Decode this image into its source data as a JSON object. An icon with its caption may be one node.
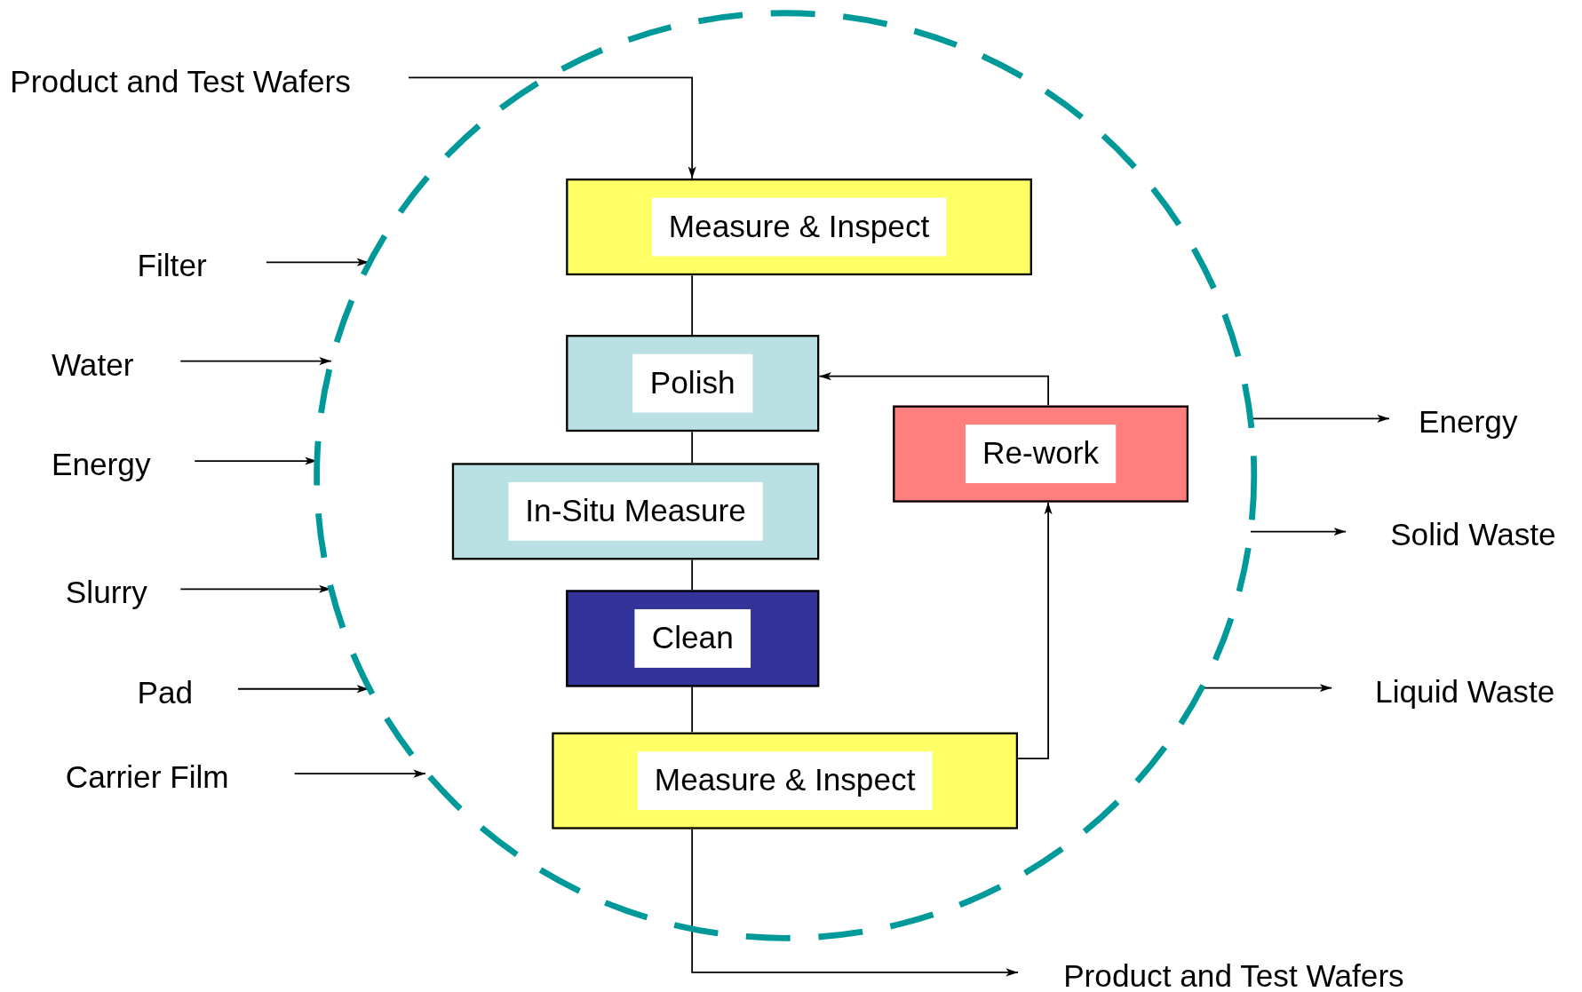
{
  "diagram": {
    "nodes": [
      {
        "text": [],
        "shape": "circle"
      },
      {
        "text": [
          "Product and Test Wafers"
        ]
      },
      {
        "text": [
          "Measure & Inspect"
        ],
        "in": 0
      },
      {
        "text": [
          "Polish"
        ],
        "in": 0
      },
      {
        "text": [
          "In-Situ Measure"
        ],
        "in": 0
      },
      {
        "text": [
          "Clean"
        ],
        "in": 0
      },
      {
        "text": [
          "Re-work"
        ],
        "in": 0
      },
      {
        "text": [
          "Measure & Inspect"
        ],
        "in": 0
      },
      {
        "text": [
          "Filter"
        ]
      },
      {
        "text": [
          "Water"
        ]
      },
      {
        "text": [
          "Energy"
        ]
      },
      {
        "text": [
          "Slurry"
        ]
      },
      {
        "text": [
          "Pad"
        ]
      },
      {
        "text": [
          "Carrier Film"
        ]
      },
      {
        "text": [
          "Energy"
        ]
      },
      {
        "text": [
          "Solid Waste"
        ]
      },
      {
        "text": [
          "Liquid Waste"
        ]
      },
      {
        "text": [
          "Product and Test Wafers"
        ]
      }
    ],
    "edges": [
      {
        "from": 1,
        "to": 2,
        "arrow": "to"
      },
      {
        "from": 2,
        "to": 3,
        "arrow": "none"
      },
      {
        "from": 3,
        "to": 4,
        "arrow": "none"
      },
      {
        "from": 4,
        "to": 5,
        "arrow": "none"
      },
      {
        "from": 5,
        "to": 7,
        "arrow": "none"
      },
      {
        "from": 7,
        "to": 6,
        "arrow": "to"
      },
      {
        "from": 6,
        "to": 3,
        "arrow": "to"
      },
      {
        "from": 8,
        "to": 0,
        "arrow": "to"
      },
      {
        "from": 9,
        "to": 0,
        "arrow": "to"
      },
      {
        "from": 10,
        "to": 0,
        "arrow": "to"
      },
      {
        "from": 11,
        "to": 0,
        "arrow": "to"
      },
      {
        "from": 12,
        "to": 0,
        "arrow": "to"
      },
      {
        "from": 13,
        "to": 0,
        "arrow": "to"
      },
      {
        "from": 0,
        "to": 14,
        "arrow": "to"
      },
      {
        "from": 0,
        "to": 15,
        "arrow": "to"
      },
      {
        "from": 0,
        "to": 16,
        "arrow": "to"
      },
      {
        "from": 7,
        "to": 17,
        "arrow": "to"
      }
    ]
  }
}
